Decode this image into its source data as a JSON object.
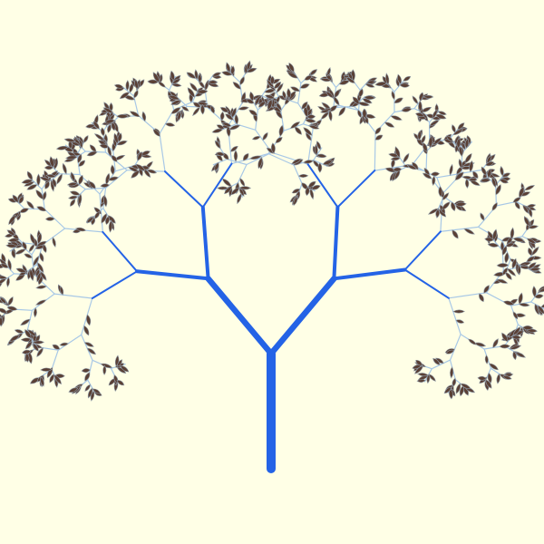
{
  "scene": {
    "background": "#ffffe6",
    "branch_color": "#2463e6",
    "twig_color": "#a8c8e6",
    "leaf_fill": "#5a4035",
    "leaf_stroke": "#8f9aa6",
    "recursion_depth": 7,
    "branch_angle_deg": 40,
    "length_ratio": 0.73
  }
}
